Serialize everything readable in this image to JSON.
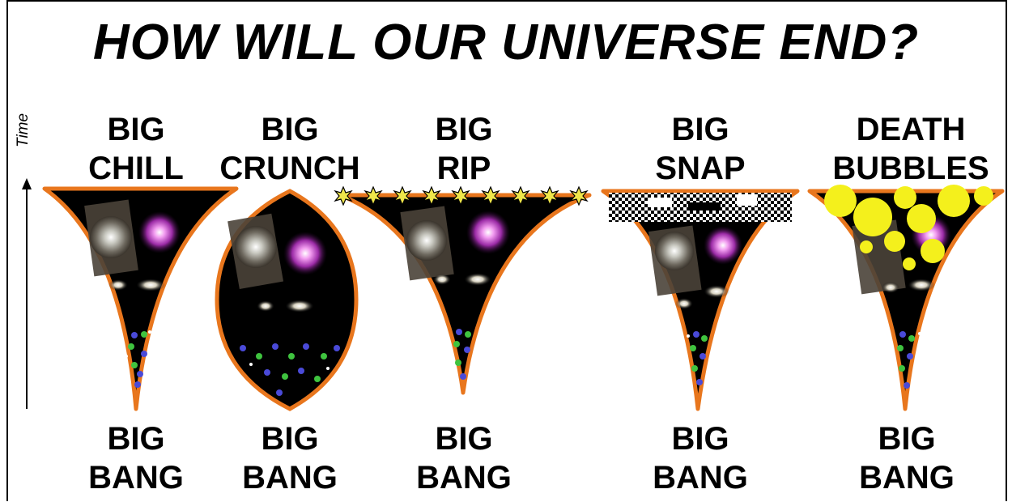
{
  "title": "HOW WILL OUR UNIVERSE END?",
  "axis": {
    "label": "Time"
  },
  "scenarios": [
    {
      "top_line1": "BIG",
      "top_line2": "CHILL",
      "bottom_line1": "BIG",
      "bottom_line2": "BANG"
    },
    {
      "top_line1": "BIG",
      "top_line2": "CRUNCH",
      "bottom_line1": "BIG",
      "bottom_line2": "BANG"
    },
    {
      "top_line1": "BIG",
      "top_line2": "RIP",
      "bottom_line1": "BIG",
      "bottom_line2": "BANG"
    },
    {
      "top_line1": "BIG",
      "top_line2": "SNAP",
      "bottom_line1": "BIG",
      "bottom_line2": "BANG"
    },
    {
      "top_line1": "DEATH",
      "top_line2": "BUBBLES",
      "bottom_line1": "BIG",
      "bottom_line2": "BANG"
    }
  ],
  "colors": {
    "outline": "#e8761d",
    "space": "#000000",
    "bubble": "#f4f01c",
    "star": "#efe64a",
    "particle_blue": "#4a4ad8",
    "particle_green": "#3fc33f"
  }
}
